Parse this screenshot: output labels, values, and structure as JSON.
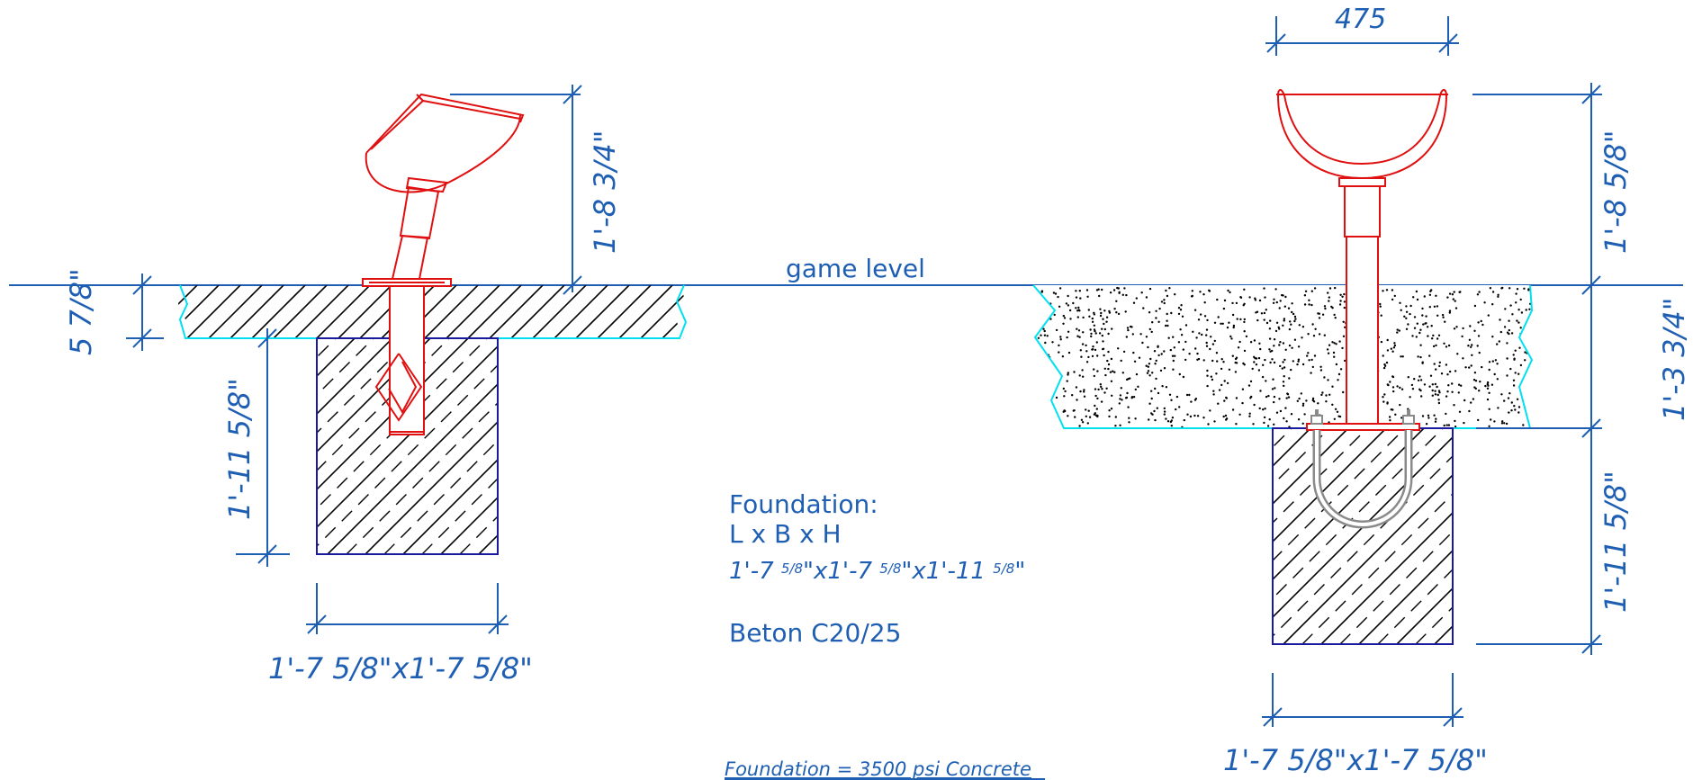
{
  "labels": {
    "game_level": "game level",
    "left_top_height": "1'-8 3/4\"",
    "left_top_depth": "5 7/8\"",
    "left_foundation_height": "1'-11 5/8\"",
    "left_foundation_size": "1'-7 5/8\"x1'-7 5/8\"",
    "right_width": "475",
    "right_top_height": "1'-8 5/8\"",
    "right_slab_depth": "1'-3 3/4\"",
    "right_foundation_height": "1'-11 5/8\"",
    "right_foundation_size": "1'-7 5/8\"x1'-7 5/8\""
  },
  "notes": {
    "foundation_title": "Foundation:",
    "foundation_formula": "L x B x H",
    "foundation_dims_a": "1'-7 ",
    "foundation_dims_frac": "5/8",
    "foundation_dims_b": "\"x1'-7 ",
    "foundation_dims_c": "\"x1'-11 ",
    "foundation_dims_d": "\"",
    "concrete_grade": "Beton C20/25",
    "foundation_note": "Foundation = 3500 psi Concrete"
  },
  "colors": {
    "dimension": "#1f5fb3",
    "part": "#e01010",
    "surface": "#00e0f0",
    "foundation_outline": "#1a1aa0",
    "galvanized": "#9a9a9a"
  }
}
